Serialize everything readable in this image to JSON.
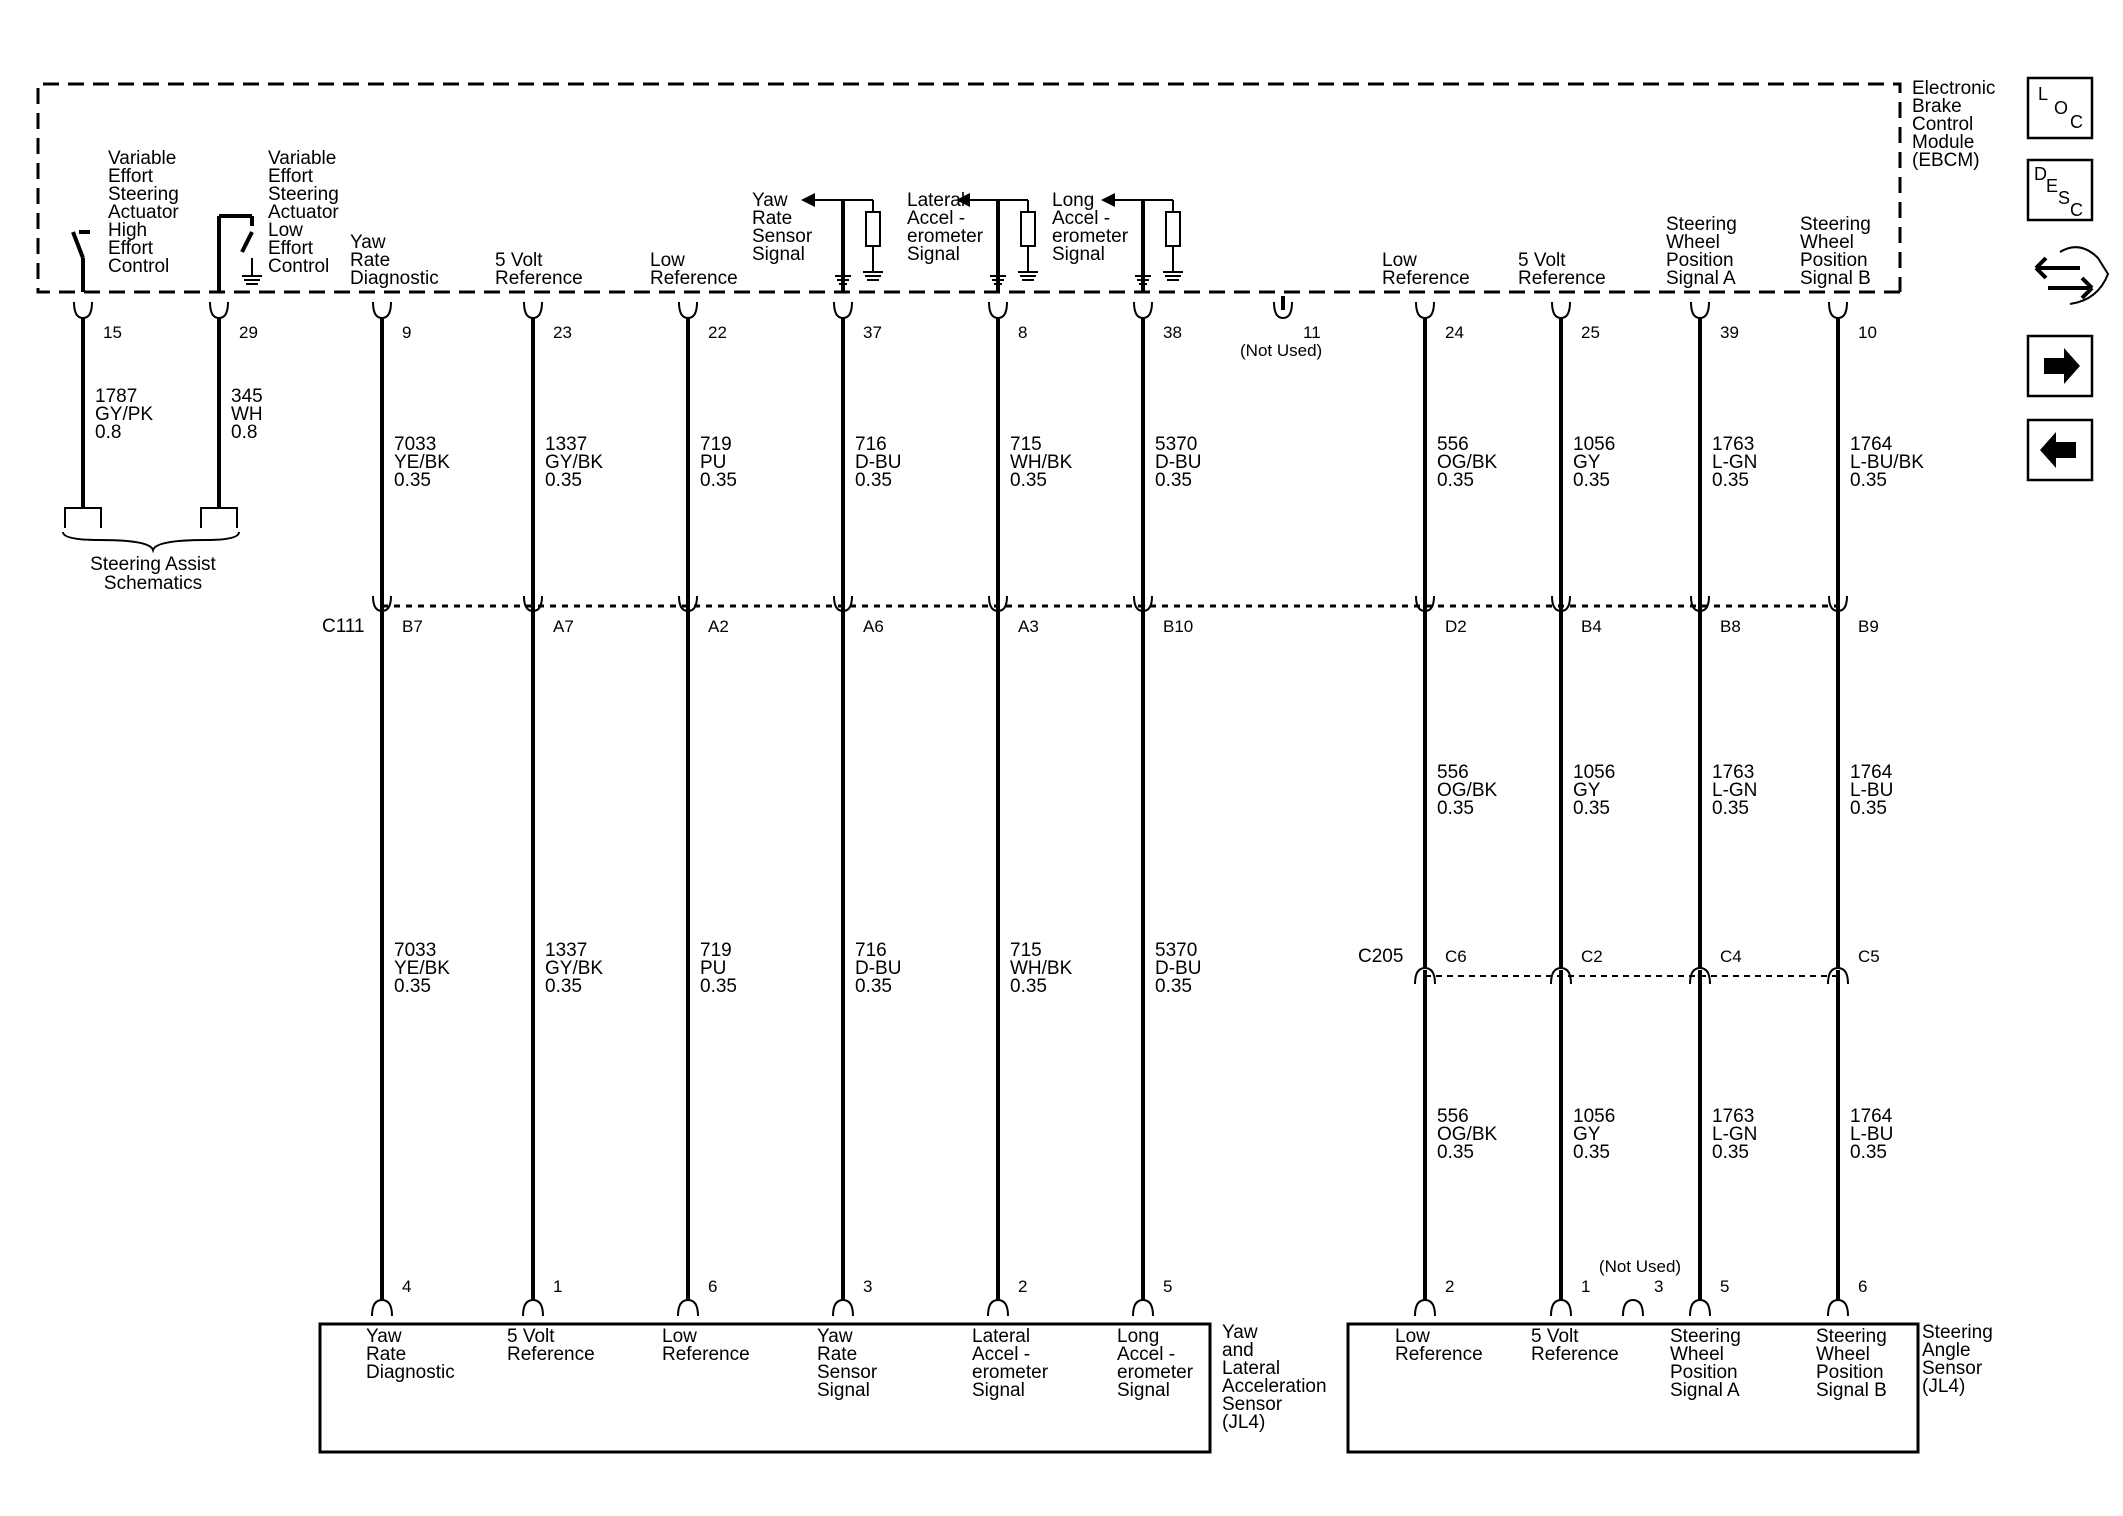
{
  "ebcm": {
    "label": [
      "Electronic",
      "Brake",
      "Control",
      "Module",
      "(EBCM)"
    ]
  },
  "module_pins": [
    {
      "pin": "15",
      "label": [
        "Variable",
        "Effort",
        "Steering",
        "Actuator",
        "High",
        "Effort",
        "Control"
      ],
      "wire": [
        "1787",
        "GY/PK",
        "0.8"
      ]
    },
    {
      "pin": "29",
      "label": [
        "Variable",
        "Effort",
        "Steering",
        "Actuator",
        "Low",
        "Effort",
        "Control"
      ],
      "wire": [
        "345",
        "WH",
        "0.8"
      ]
    },
    {
      "pin": "9",
      "label": [
        "Yaw",
        "Rate",
        "Diagnostic"
      ],
      "wire": [
        "7033",
        "YE/BK",
        "0.35"
      ]
    },
    {
      "pin": "23",
      "label": [
        "5 Volt",
        "Reference"
      ],
      "wire": [
        "1337",
        "GY/BK",
        "0.35"
      ]
    },
    {
      "pin": "22",
      "label": [
        "Low",
        "Reference"
      ],
      "wire": [
        "719",
        "PU",
        "0.35"
      ]
    },
    {
      "pin": "37",
      "label": [
        "Yaw",
        "Rate",
        "Sensor",
        "Signal"
      ],
      "wire": [
        "716",
        "D-BU",
        "0.35"
      ]
    },
    {
      "pin": "8",
      "label": [
        "Lateral",
        "Accel -",
        "erometer",
        "Signal"
      ],
      "wire": [
        "715",
        "WH/BK",
        "0.35"
      ]
    },
    {
      "pin": "38",
      "label": [
        "Long",
        "Accel -",
        "erometer",
        "Signal"
      ],
      "wire": [
        "5370",
        "D-BU",
        "0.35"
      ]
    },
    {
      "pin": "11",
      "label": [],
      "note": "(Not Used)",
      "wire": []
    },
    {
      "pin": "24",
      "label": [
        "Low",
        "Reference"
      ],
      "wire": [
        "556",
        "OG/BK",
        "0.35"
      ]
    },
    {
      "pin": "25",
      "label": [
        "5 Volt",
        "Reference"
      ],
      "wire": [
        "1056",
        "GY",
        "0.35"
      ]
    },
    {
      "pin": "39",
      "label": [
        "Steering",
        "Wheel",
        "Position",
        "Signal A"
      ],
      "wire": [
        "1763",
        "L-GN",
        "0.35"
      ]
    },
    {
      "pin": "10",
      "label": [
        "Steering",
        "Wheel",
        "Position",
        "Signal B"
      ],
      "wire": [
        "1764",
        "L-BU/BK",
        "0.35"
      ]
    }
  ],
  "steering_assist": {
    "label": [
      "Steering Assist",
      "Schematics"
    ]
  },
  "c111": {
    "name": "C111",
    "pins": [
      "B7",
      "A7",
      "A2",
      "A6",
      "A3",
      "B10",
      "D2",
      "B4",
      "B8",
      "B9"
    ]
  },
  "mid_wires": [
    [
      "7033",
      "YE/BK",
      "0.35"
    ],
    [
      "1337",
      "GY/BK",
      "0.35"
    ],
    [
      "719",
      "PU",
      "0.35"
    ],
    [
      "716",
      "D-BU",
      "0.35"
    ],
    [
      "715",
      "WH/BK",
      "0.35"
    ],
    [
      "5370",
      "D-BU",
      "0.35"
    ]
  ],
  "upper_right_wires": [
    [
      "556",
      "OG/BK",
      "0.35"
    ],
    [
      "1056",
      "GY",
      "0.35"
    ],
    [
      "1763",
      "L-GN",
      "0.35"
    ],
    [
      "1764",
      "L-BU",
      "0.35"
    ]
  ],
  "c205": {
    "name": "C205",
    "pins": [
      "C6",
      "C2",
      "C4",
      "C5"
    ]
  },
  "lower_right_wires": [
    [
      "556",
      "OG/BK",
      "0.35"
    ],
    [
      "1056",
      "GY",
      "0.35"
    ],
    [
      "1763",
      "L-GN",
      "0.35"
    ],
    [
      "1764",
      "L-BU",
      "0.35"
    ]
  ],
  "yaw_sensor": {
    "name": [
      "Yaw",
      "and",
      "Lateral",
      "Acceleration",
      "Sensor",
      "(JL4)"
    ],
    "pins": [
      {
        "pin": "4",
        "label": [
          "Yaw",
          "Rate",
          "Diagnostic"
        ]
      },
      {
        "pin": "1",
        "label": [
          "5 Volt",
          "Reference"
        ]
      },
      {
        "pin": "6",
        "label": [
          "Low",
          "Reference"
        ]
      },
      {
        "pin": "3",
        "label": [
          "Yaw",
          "Rate",
          "Sensor",
          "Signal"
        ]
      },
      {
        "pin": "2",
        "label": [
          "Lateral",
          "Accel -",
          "erometer",
          "Signal"
        ]
      },
      {
        "pin": "5",
        "label": [
          "Long",
          "Accel -",
          "erometer",
          "Signal"
        ]
      }
    ]
  },
  "angle_sensor": {
    "name": [
      "Steering",
      "Angle",
      "Sensor",
      "(JL4)"
    ],
    "not_used_pin": "3",
    "not_used_note": "(Not Used)",
    "pins": [
      {
        "pin": "2",
        "label": [
          "Low",
          "Reference"
        ]
      },
      {
        "pin": "1",
        "label": [
          "5 Volt",
          "Reference"
        ]
      },
      {
        "pin": "5",
        "label": [
          "Steering",
          "Wheel",
          "Position",
          "Signal A"
        ]
      },
      {
        "pin": "6",
        "label": [
          "Steering",
          "Wheel",
          "Position",
          "Signal B"
        ]
      }
    ]
  },
  "nav": {
    "loc": [
      "L",
      "O",
      "C"
    ],
    "desc": [
      "D",
      "E",
      "S",
      "C"
    ],
    "buttons": [
      "loc-button",
      "desc-button",
      "schematic-button",
      "next-button",
      "previous-button"
    ]
  }
}
